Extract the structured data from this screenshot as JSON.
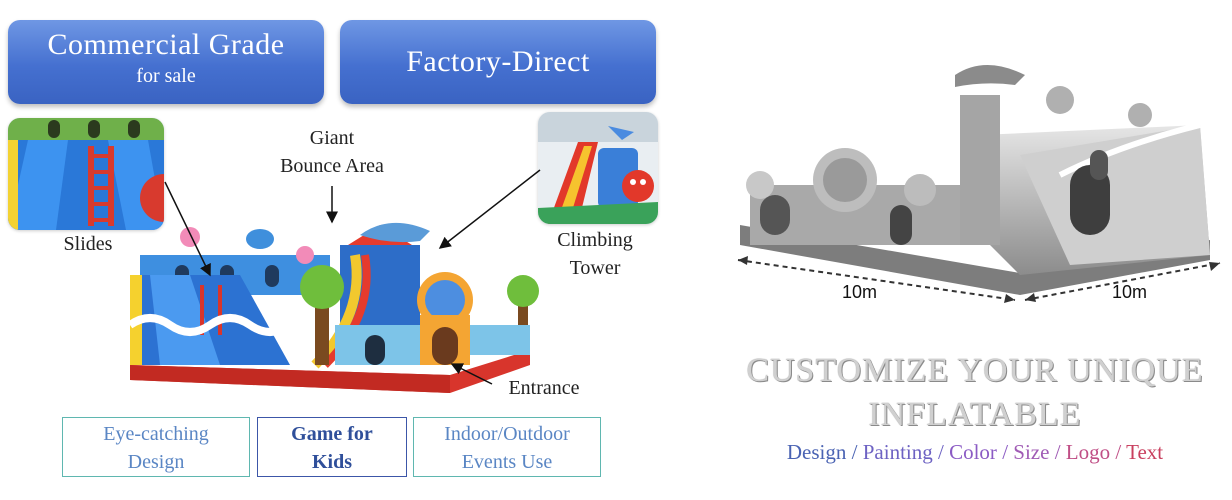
{
  "badges": {
    "commercial_title": "Commercial Grade",
    "commercial_sub": "for sale",
    "factory": "Factory-Direct"
  },
  "callouts": {
    "bounce_line1": "Giant",
    "bounce_line2": "Bounce Area",
    "slides": "Slides",
    "climbing_line1": "Climbing",
    "climbing_line2": "Tower",
    "entrance": "Entrance"
  },
  "features": [
    {
      "line1": "Eye-catching",
      "line2": "Design"
    },
    {
      "line1": "Game for",
      "line2": "Kids"
    },
    {
      "line1": "Indoor/Outdoor",
      "line2": "Events Use"
    }
  ],
  "dimensions": {
    "left": "10m",
    "right": "10m"
  },
  "headline": {
    "line1": "CUSTOMIZE YOUR UNIQUE",
    "line2": "INFLATABLE"
  },
  "customize_options": [
    {
      "label": "Design",
      "color": "#4a63b3"
    },
    {
      "label": "Painting",
      "color": "#6d62c3"
    },
    {
      "label": "Color",
      "color": "#8b5bc4"
    },
    {
      "label": "Size",
      "color": "#a05bb5"
    },
    {
      "label": "Logo",
      "color": "#c04f86"
    },
    {
      "label": "Text",
      "color": "#c9405f"
    }
  ],
  "separator": "/",
  "colors": {
    "badge_blue": "#4570d0",
    "feature_border": "#5fb7b0",
    "feature_strong_border": "#3c56a8"
  }
}
